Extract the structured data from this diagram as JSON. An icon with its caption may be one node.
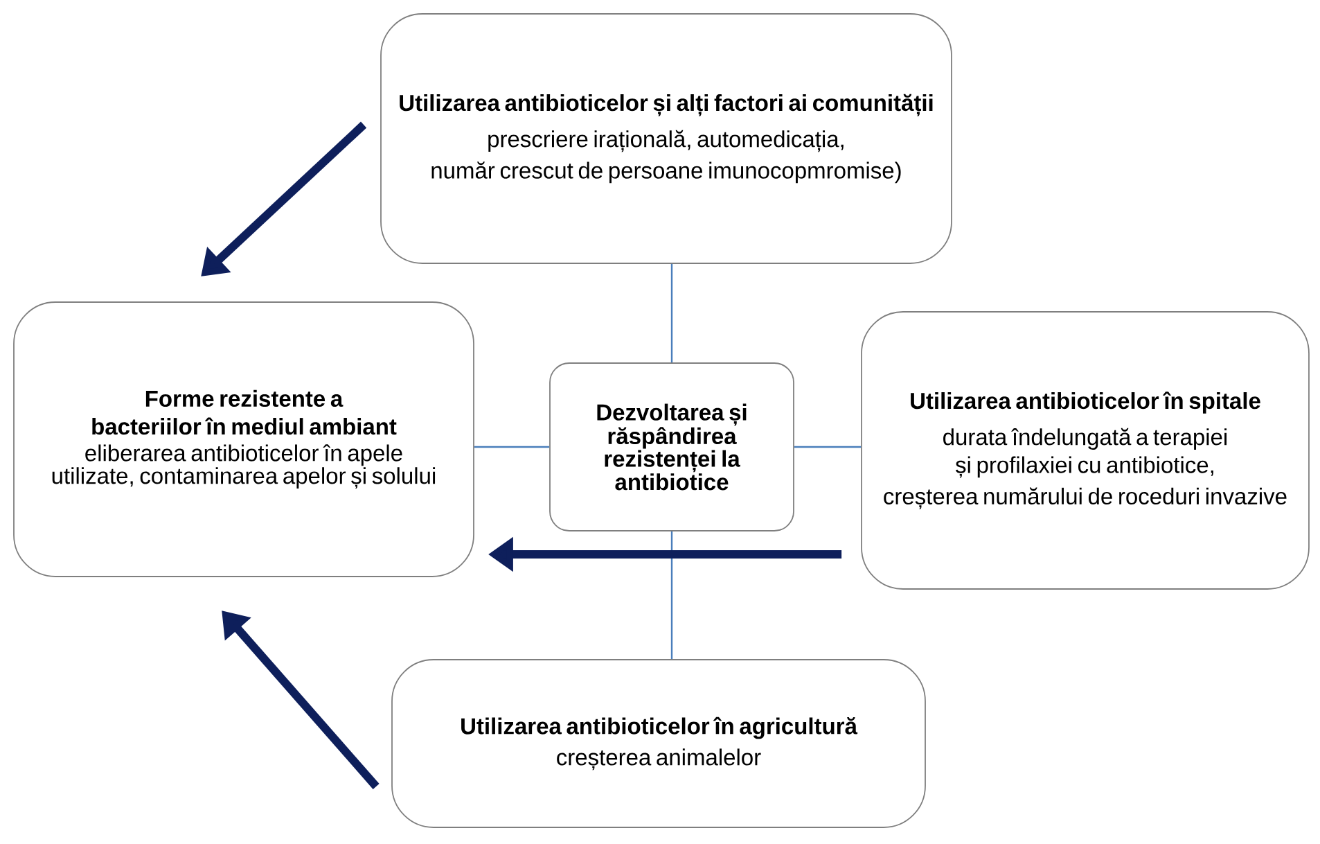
{
  "diagram": {
    "nodes": [
      {
        "text": [
          "Utilizarea antibioticelor și alți factori ai comunității",
          "prescriere irațională, automedicația,",
          "număr crescut de persoane imunocopmromise)"
        ]
      },
      {
        "text": [
          "Forme rezistente a bacteriilor în mediul ambiant",
          "eliberarea antibioticelor în apele utilizate, contaminarea apelor și solului"
        ]
      },
      {
        "text": [
          "Dezvoltarea și răspândirea rezistenței la antibiotice"
        ]
      },
      {
        "text": [
          "Utilizarea antibioticelor în spitale",
          "durata îndelungată a terapiei și profilaxiei cu antibiotice,",
          "creșterea numărului de roceduri invazive"
        ]
      },
      {
        "text": [
          "Utilizarea antibioticelor în agricultură",
          "creșterea animalelor"
        ]
      }
    ],
    "edges": [
      {
        "from": 2,
        "to": 0,
        "arrow": "none"
      },
      {
        "from": 2,
        "to": 1,
        "arrow": "none"
      },
      {
        "from": 2,
        "to": 3,
        "arrow": "none"
      },
      {
        "from": 2,
        "to": 4,
        "arrow": "none"
      },
      {
        "from": 0,
        "to": 1,
        "arrow": "to",
        "style": "thick",
        "color": "#0e1f5b"
      },
      {
        "from": 3,
        "to": 1,
        "arrow": "to",
        "style": "thick",
        "color": "#0e1f5b"
      },
      {
        "from": 4,
        "to": 1,
        "arrow": "to",
        "style": "thick",
        "color": "#0e1f5b"
      }
    ]
  }
}
